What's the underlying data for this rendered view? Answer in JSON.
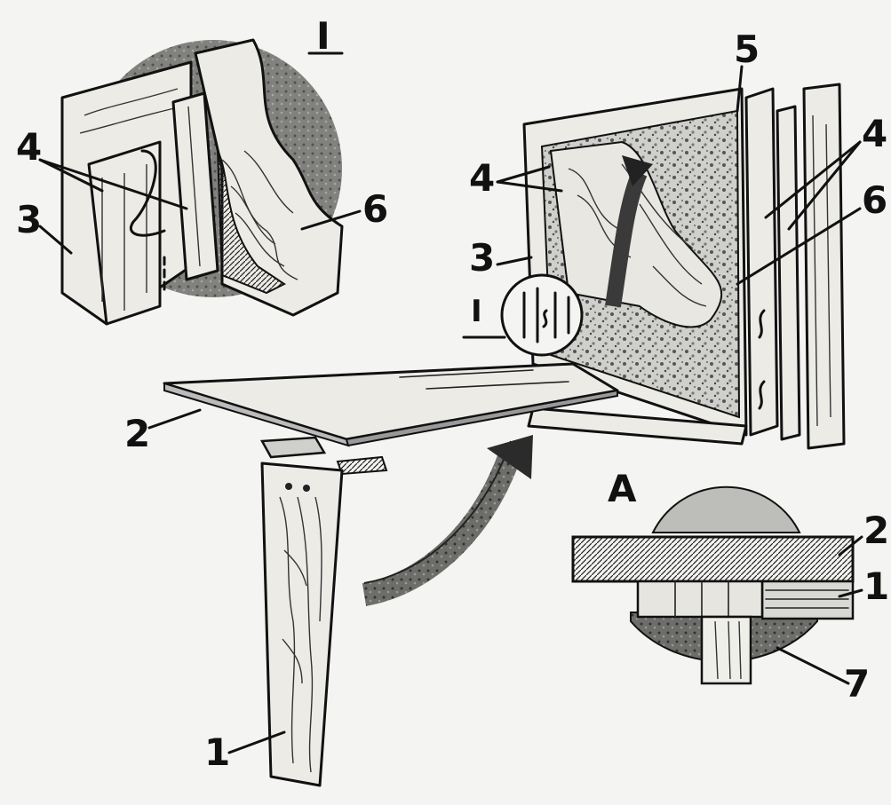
{
  "labels": {
    "detail_I_top": "I",
    "detail_I_circle": "I",
    "detail_A": "A",
    "left_4": "4",
    "left_3": "3",
    "left_6": "6",
    "right_5": "5",
    "right_4a": "4",
    "right_4b": "4",
    "right_6": "6",
    "right_3": "3",
    "panel_2": "2",
    "leg_1": "1",
    "a_2": "2",
    "a_1": "1",
    "a_7": "7"
  }
}
